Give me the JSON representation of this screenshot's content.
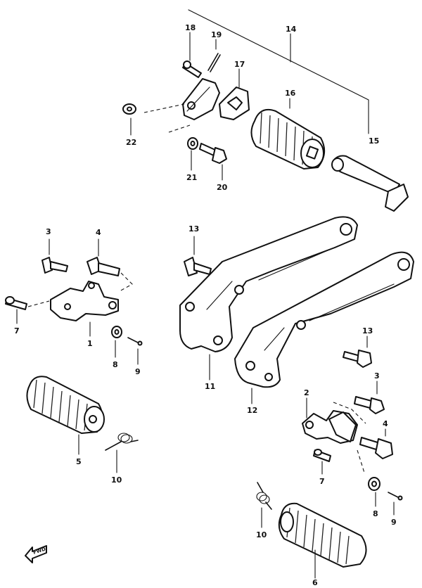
{
  "callouts": {
    "c1": "1",
    "c2": "2",
    "c3a": "3",
    "c3b": "3",
    "c4a": "4",
    "c4b": "4",
    "c5": "5",
    "c6": "6",
    "c7a": "7",
    "c7b": "7",
    "c8a": "8",
    "c8b": "8",
    "c9a": "9",
    "c9b": "9",
    "c10a": "10",
    "c10b": "10",
    "c11": "11",
    "c12": "12",
    "c13a": "13",
    "c13b": "13",
    "c14": "14",
    "c15": "15",
    "c16": "16",
    "c17": "17",
    "c18": "18",
    "c19": "19",
    "c20": "20",
    "c21": "21",
    "c22": "22"
  },
  "direction_marker": {
    "label": "FWD",
    "icon": "forward-arrow-icon"
  }
}
